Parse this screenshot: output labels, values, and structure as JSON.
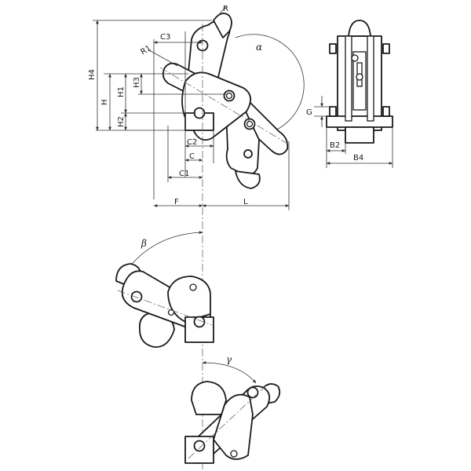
{
  "dimension_labels": {
    "R": "R",
    "C3": "C3",
    "R1": "R1",
    "alpha": "α",
    "H4": "H4",
    "H3": "H3",
    "H1": "H1",
    "H": "H",
    "H2": "H2",
    "C2": "C2",
    "C": "C",
    "C1": "C1",
    "F": "F",
    "L": "L",
    "G": "G",
    "B2": "B2",
    "B4": "B4",
    "beta": "β",
    "gamma": "γ"
  }
}
